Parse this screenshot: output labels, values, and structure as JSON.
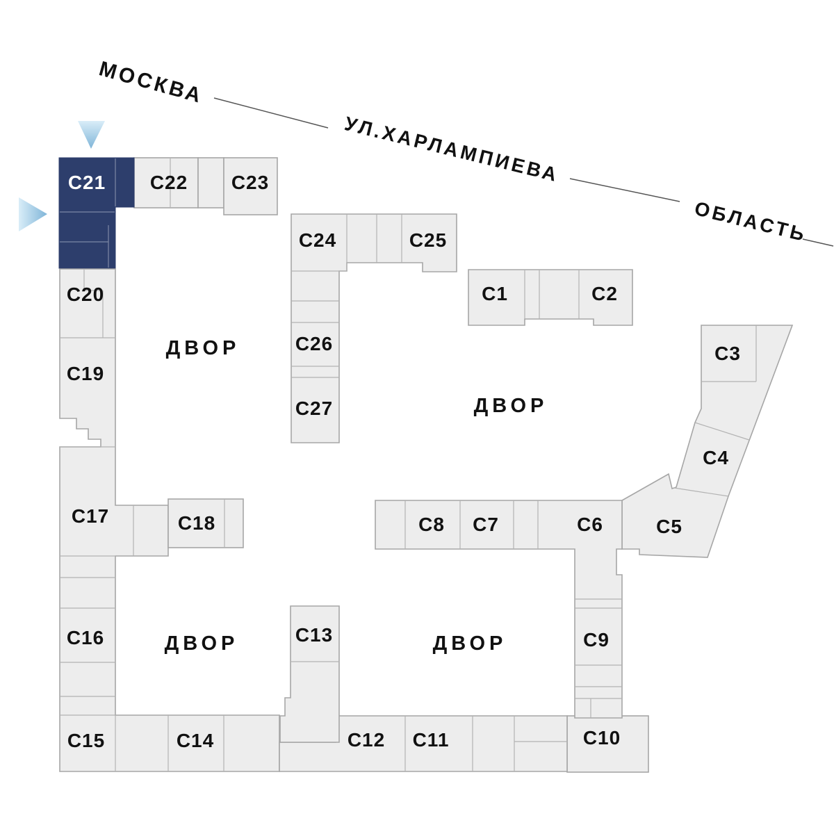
{
  "map": {
    "street_labels": {
      "moscow": "МОСКВА",
      "kharlampieva": "УЛ.ХАРЛАМПИЕВА",
      "oblast": "ОБЛАСТЬ"
    },
    "courtyards": [
      "ДВОР",
      "ДВОР",
      "ДВОР",
      "ДВОР"
    ],
    "highlighted_building": "С21",
    "buildings": {
      "c1": "С1",
      "c2": "С2",
      "c3": "С3",
      "c4": "С4",
      "c5": "С5",
      "c6": "С6",
      "c7": "С7",
      "c8": "С8",
      "c9": "С9",
      "c10": "С10",
      "c11": "С11",
      "c12": "С12",
      "c13": "С13",
      "c14": "С14",
      "c15": "С15",
      "c16": "С16",
      "c17": "С17",
      "c18": "С18",
      "c19": "С19",
      "c20": "С20",
      "c21": "С21",
      "c22": "С22",
      "c23": "С23",
      "c24": "С24",
      "c25": "С25",
      "c26": "С26",
      "c27": "С27"
    },
    "colors": {
      "highlight": "#2d3e6c",
      "block_fill": "#ededed",
      "block_stroke": "#a6a6a6",
      "divider": "#b3b3b3",
      "dark_divider": "#7d88a6",
      "text": "#111111",
      "street_line": "#555555",
      "arrow_from": "#d9edf8",
      "arrow_to": "#7fb5d8"
    }
  }
}
